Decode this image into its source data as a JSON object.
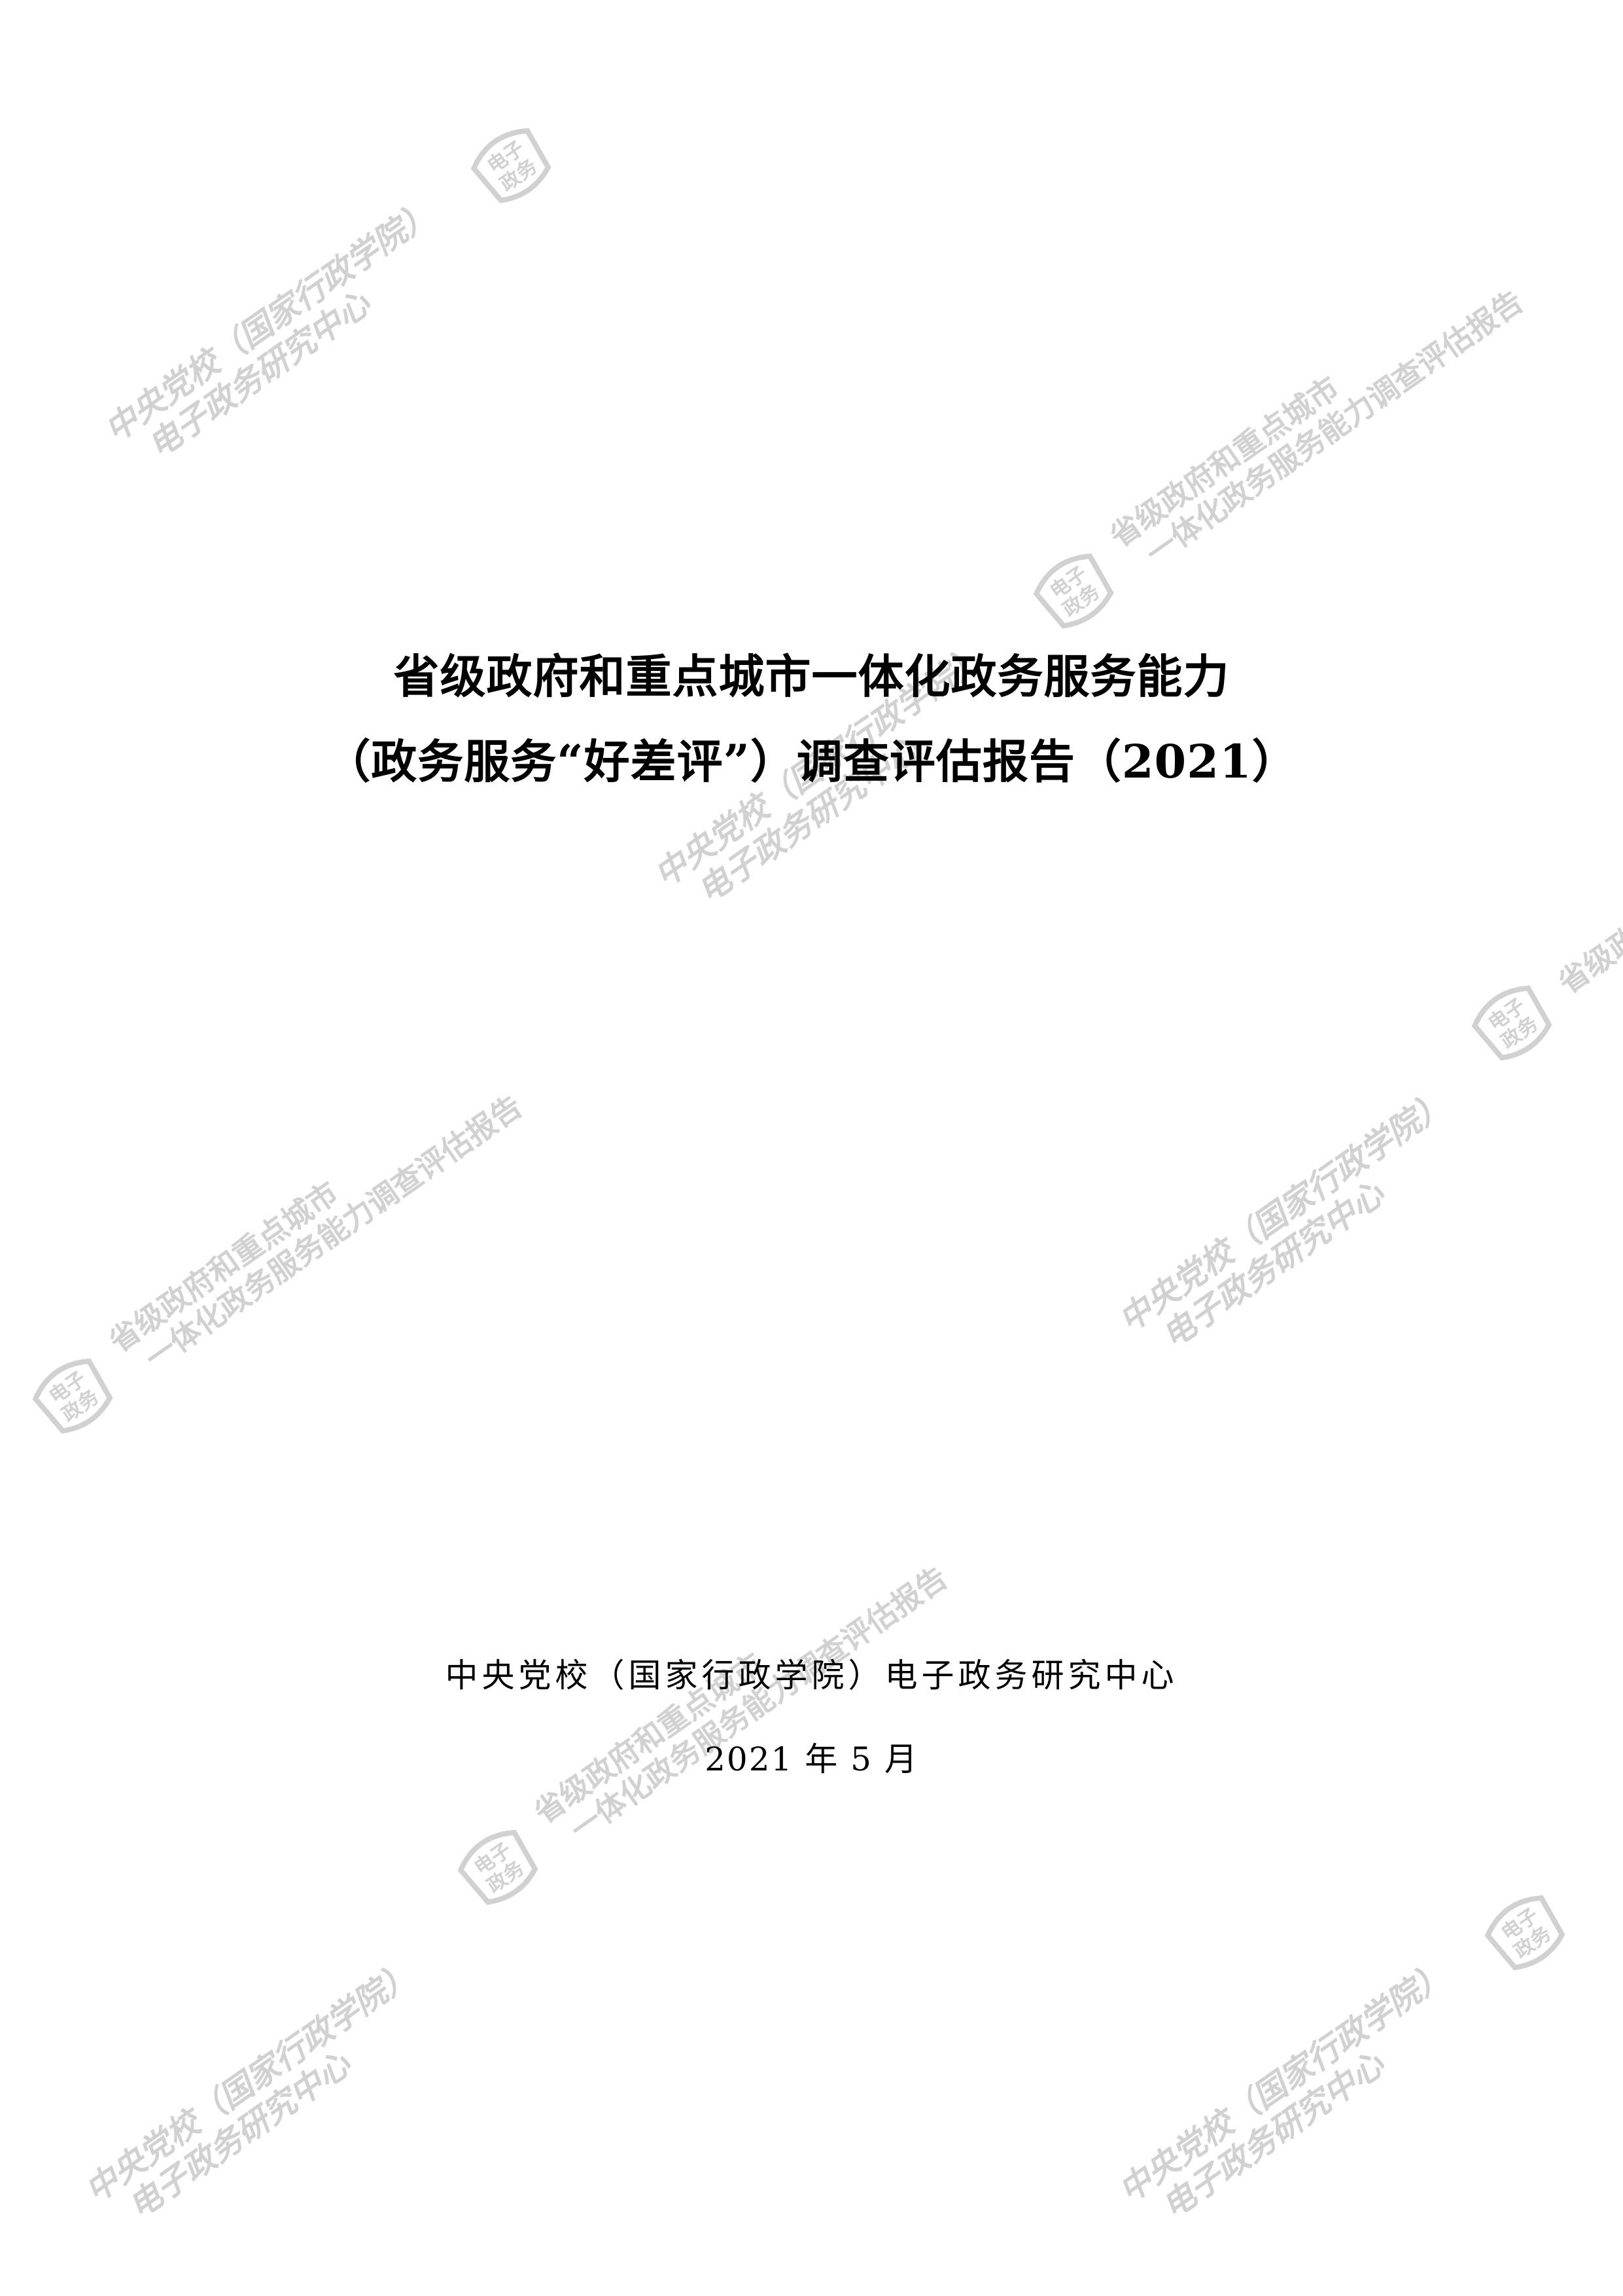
{
  "cover": {
    "title_line_1": "省级政府和重点城市一体化政务服务能力",
    "title_line_2": "（政务服务“好差评”）调查评估报告（2021）",
    "organization": "中央党校（国家行政学院）电子政务研究中心",
    "date": "2021 年 5 月"
  },
  "watermark": {
    "school_line_1": "中央党校（国家行政学院）",
    "school_line_2": "电子政务研究中心",
    "report_line_1": "省级政府和重点城市",
    "report_line_2": "一体化政务服务能力调查评估报告",
    "logo_line_1": "电子",
    "logo_line_2": "政务",
    "color": "#c9c9c9"
  }
}
